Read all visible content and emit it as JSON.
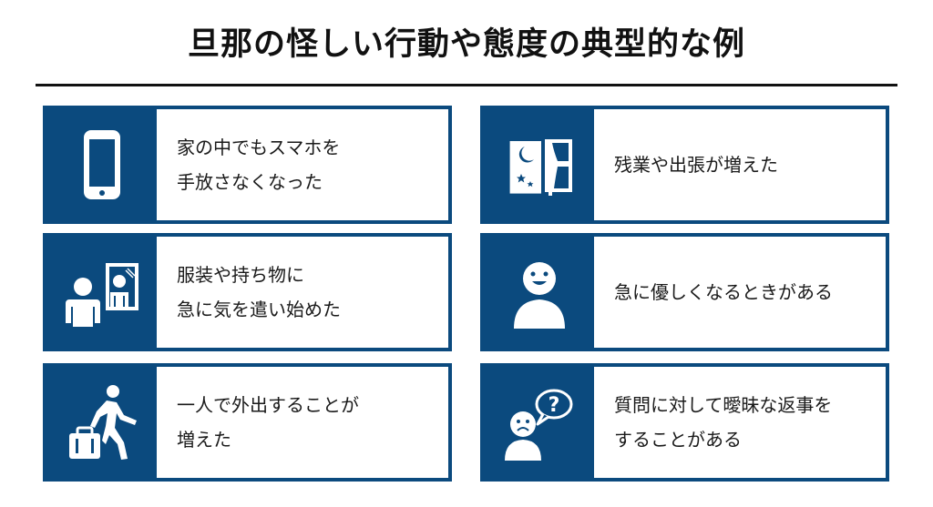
{
  "title": "旦那の怪しい行動や態度の典型的な例",
  "colors": {
    "accent": "#0b4a7e",
    "text": "#1a1a1a",
    "rule": "#111111"
  },
  "cards": [
    {
      "icon": "smartphone-icon",
      "lines": [
        "家の中でもスマホを",
        "手放さなくなった"
      ]
    },
    {
      "icon": "night-window-icon",
      "lines": [
        "残業や出張が増えた"
      ]
    },
    {
      "icon": "person-mirror-icon",
      "lines": [
        "服装や持ち物に",
        "急に気を遣い始めた"
      ]
    },
    {
      "icon": "smiling-person-icon",
      "lines": [
        "急に優しくなるときがある"
      ]
    },
    {
      "icon": "person-suitcase-icon",
      "lines": [
        "一人で外出することが",
        "増えた"
      ]
    },
    {
      "icon": "confused-person-question-icon",
      "lines": [
        "質問に対して曖昧な返事を",
        "することがある"
      ]
    }
  ]
}
